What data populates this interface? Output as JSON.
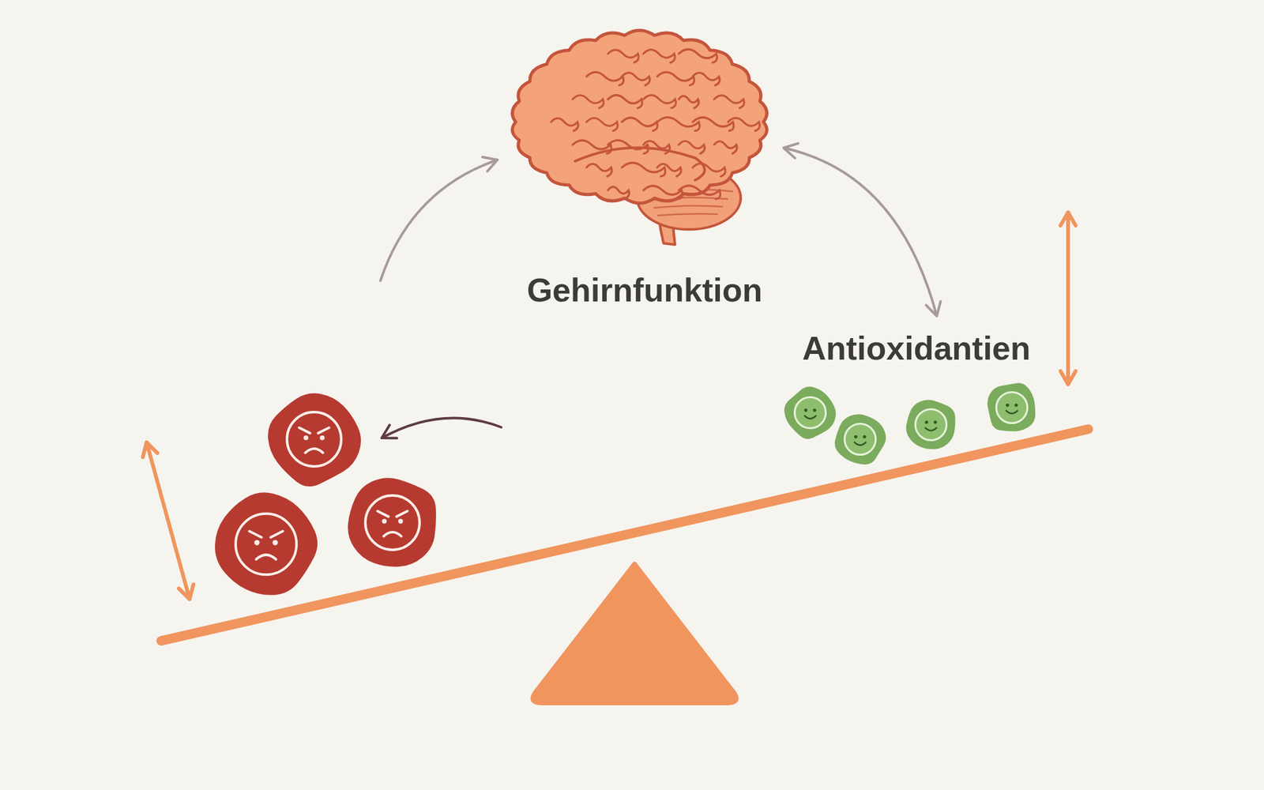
{
  "diagram": {
    "nodes": [
      {
        "text": [
          "Gehirnfunktion"
        ]
      },
      {
        "text": [
          "Antioxidantien"
        ]
      }
    ],
    "edges": [
      {
        "from": 0,
        "to": 1,
        "arrow": "both"
      }
    ]
  }
}
